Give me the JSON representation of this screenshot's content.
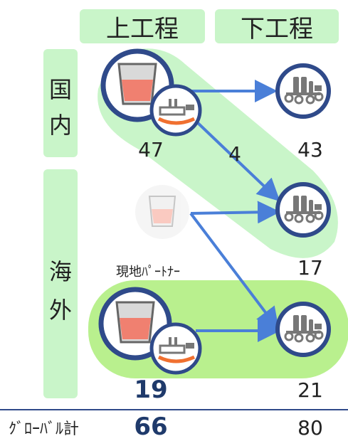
{
  "header": {
    "upstream": "上工程",
    "downstream": "下工程"
  },
  "side": {
    "domestic": [
      "国",
      "内"
    ],
    "overseas": [
      "海",
      "外"
    ]
  },
  "labels": {
    "partner": "現地ﾊﾟｰﾄﾅｰ",
    "global_total": "ｸﾞﾛｰﾊﾞﾙ計"
  },
  "values": {
    "domestic_upstream": "47",
    "domestic_flow": "4",
    "domestic_downstream": "43",
    "partner_downstream": "17",
    "overseas_upstream": "19",
    "overseas_downstream": "21",
    "global_upstream": "66",
    "global_downstream": "80"
  },
  "colors": {
    "band": "#c9f5c9",
    "overseas_band": "#b9f08e",
    "ring": "#2f4a8a",
    "arrow": "#4a7fd8",
    "ladle": "#f08070"
  },
  "icons": {
    "upstream": "ladle-furnace-icon",
    "caster": "continuous-caster-icon",
    "downstream": "rolling-mill-icon"
  }
}
